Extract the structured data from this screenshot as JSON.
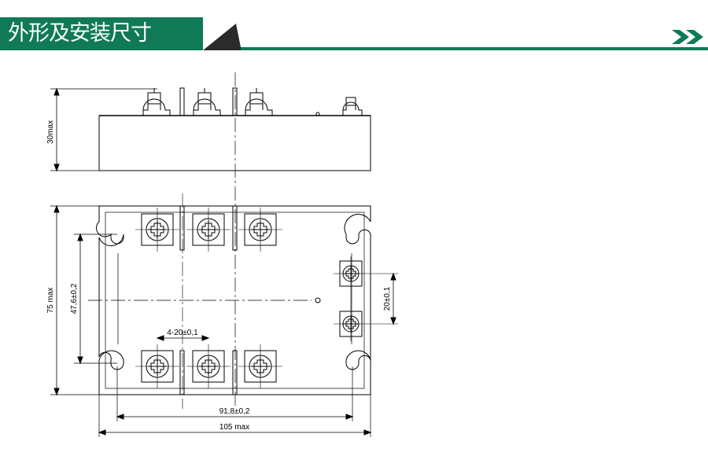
{
  "header": {
    "title": "外形及安装尺寸",
    "accent_color": "#0f7a55",
    "decoration_color": "#222222",
    "nav_icon": "double-chevron-right-icon"
  },
  "dimensions": {
    "height_max": "30max",
    "length_max": "75 max",
    "mount_vertical": "47,6±0,2",
    "terminal_pitch": "4-20±0,1",
    "control_pitch": "20±0,1",
    "mount_horizontal": "91,8±0,2",
    "width_max": "105 max"
  }
}
